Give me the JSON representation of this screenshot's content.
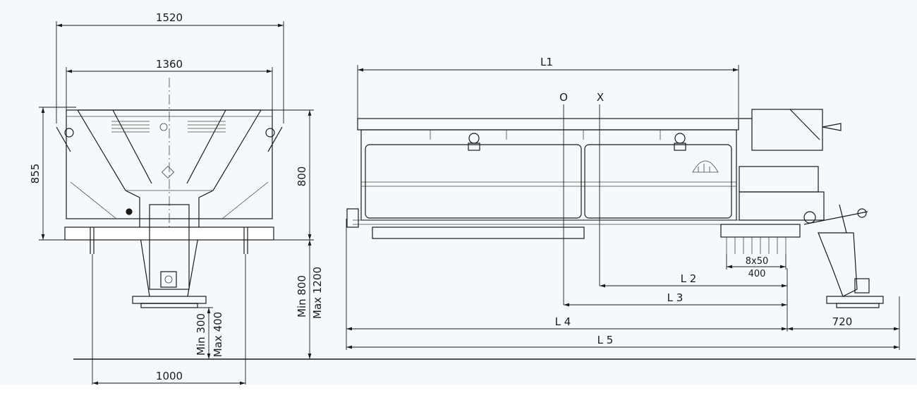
{
  "front_view": {
    "width_overall": "1520",
    "width_hopper": "1360",
    "height_total": "855",
    "height_body": "800",
    "mount_height": "Min 800\nMax 1200",
    "mount_height_min": "Min 800",
    "mount_height_max": "Max 1200",
    "spinner_height_min": "Min 300",
    "spinner_height_max": "Max 400",
    "track_width": "1000"
  },
  "side_view": {
    "length_l1": "L1",
    "point_o": "O",
    "point_x": "X",
    "length_l2": "L 2",
    "length_l3": "L 3",
    "length_l4": "L 4",
    "length_l5": "L 5",
    "rear_overhang": "720",
    "roller_spec": "8x50",
    "roller_width": "400"
  },
  "colors": {
    "line": "#1a1a1a",
    "background": "#ffffff",
    "faint_fill": "#eef3f7"
  }
}
